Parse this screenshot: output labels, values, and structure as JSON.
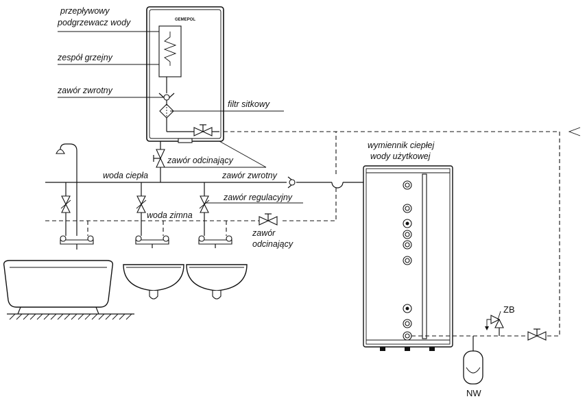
{
  "labels": {
    "heater_line1": "przepływowy",
    "heater_line2": "podgrzewacz wody",
    "heating_unit": "zespół grzejny",
    "check_valve_top": "zawór zwrotny",
    "strainer": "filtr sitkowy",
    "shutoff_valve_top": "zawór odcinający",
    "hot_water": "woda ciepła",
    "check_valve_main": "zawór zwrotny",
    "regulating_valve": "zawór regulacyjny",
    "cold_water": "woda zimna",
    "shutoff_cold_line1": "zawór",
    "shutoff_cold_line2": "odcinający",
    "exchanger_line1": "wymiennik ciepłej",
    "exchanger_line2": "wody użytkowej",
    "safety_valve": "ZB",
    "expansion_vessel": "NW"
  },
  "heater_brand": "GEMEPOL",
  "colors": {
    "line": "#111111",
    "background": "#ffffff"
  }
}
